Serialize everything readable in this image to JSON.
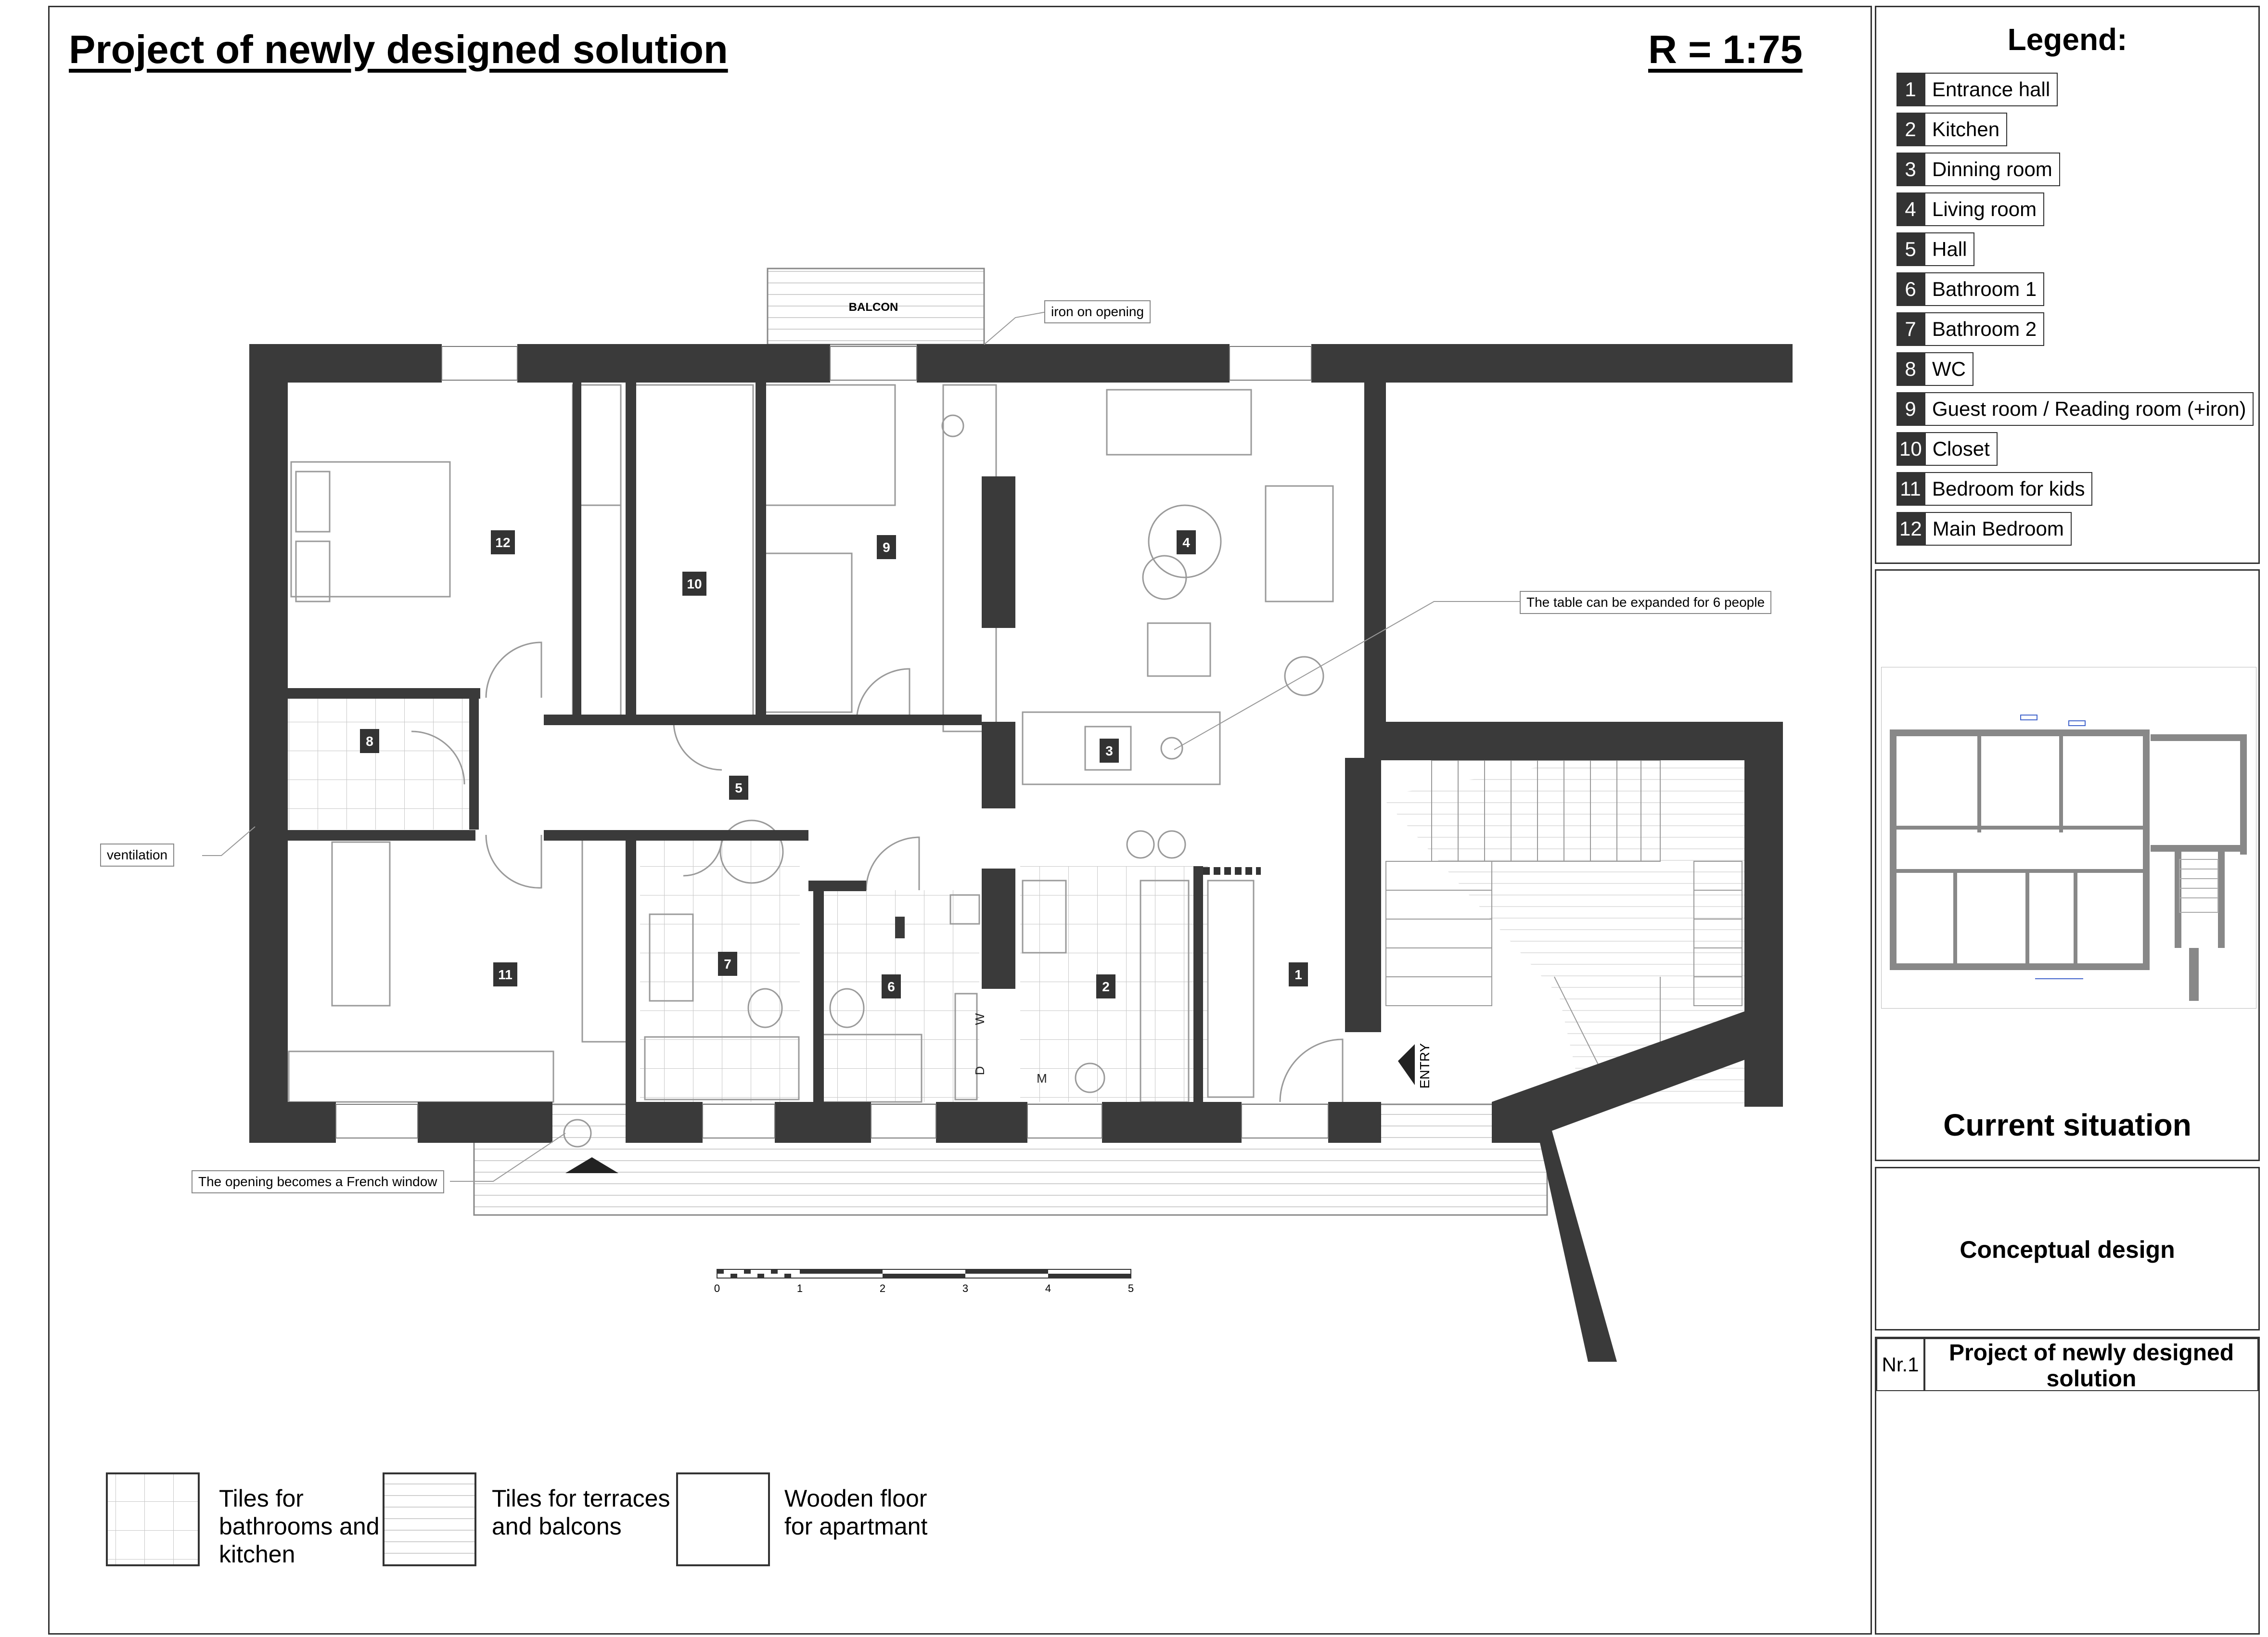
{
  "header": {
    "title": "Project of newly designed solution",
    "scale": "R = 1:75"
  },
  "legend": {
    "title": "Legend:",
    "items": [
      {
        "num": "1",
        "label": "Entrance hall"
      },
      {
        "num": "2",
        "label": "Kitchen"
      },
      {
        "num": "3",
        "label": "Dinning room"
      },
      {
        "num": "4",
        "label": "Living room"
      },
      {
        "num": "5",
        "label": "Hall"
      },
      {
        "num": "6",
        "label": "Bathroom 1"
      },
      {
        "num": "7",
        "label": "Bathroom 2"
      },
      {
        "num": "8",
        "label": "WC"
      },
      {
        "num": "9",
        "label": "Guest room / Reading room (+iron)"
      },
      {
        "num": "10",
        "label": "Closet"
      },
      {
        "num": "11",
        "label": "Bedroom for kids"
      },
      {
        "num": "12",
        "label": "Main Bedroom"
      }
    ]
  },
  "current_situation": {
    "title": "Current situation"
  },
  "conceptual": {
    "title": "Conceptual design"
  },
  "sheet": {
    "number": "Nr.1",
    "name": "Project of newly designed solution"
  },
  "plan": {
    "room_tags": [
      "12",
      "10",
      "9",
      "4",
      "8",
      "5",
      "3",
      "11",
      "7",
      "6",
      "2",
      "1"
    ],
    "balcony_label": "BALCON",
    "entry_label": "ENTRY",
    "fixture_w": "W",
    "fixture_d": "D",
    "fixture_m": "M",
    "callouts": {
      "iron": "iron on opening",
      "table": "The table can be expanded for 6 people",
      "ventilation": "ventilation",
      "french_window": "The opening becomes a French window"
    },
    "scale_bar_ticks": [
      "0",
      "1",
      "2",
      "3",
      "4",
      "5"
    ]
  },
  "materials": [
    {
      "label_lines": [
        "Tiles for",
        "bathrooms and",
        "kitchen"
      ]
    },
    {
      "label_lines": [
        "Tiles for terraces",
        "and balcons"
      ]
    },
    {
      "label_lines": [
        "Wooden floor",
        "for apartmant"
      ]
    }
  ],
  "colors": {
    "wall": "#3a3a3a",
    "frame": "#333333",
    "thin_line": "#9a9a9a"
  }
}
